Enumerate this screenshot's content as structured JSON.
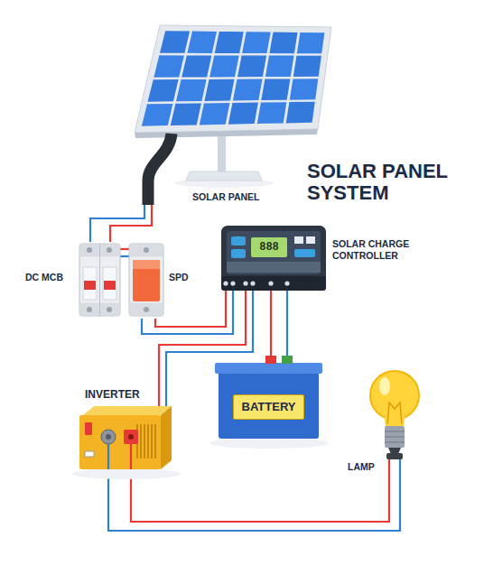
{
  "diagram": {
    "title": "SOLAR PANEL SYSTEM",
    "nodes": [
      {
        "text": [
          "SOLAR PANEL"
        ]
      },
      {
        "text": [
          "DC MCB"
        ]
      },
      {
        "text": [
          "SPD"
        ]
      },
      {
        "text": [
          "SOLAR CHARGE CONTROLLER"
        ]
      },
      {
        "text": [
          "INVERTER"
        ]
      },
      {
        "text": [
          "BATTERY"
        ]
      },
      {
        "text": [
          "LAMP"
        ]
      }
    ],
    "edges": [
      {
        "from": 0,
        "to": 1,
        "arrow": "none"
      },
      {
        "from": 1,
        "to": 2,
        "arrow": "none"
      },
      {
        "from": 2,
        "to": 3,
        "arrow": "none"
      },
      {
        "from": 3,
        "to": 4,
        "arrow": "none"
      },
      {
        "from": 3,
        "to": 5,
        "arrow": "none"
      },
      {
        "from": 4,
        "to": 6,
        "arrow": "none"
      }
    ],
    "labels": [
      "888"
    ]
  }
}
